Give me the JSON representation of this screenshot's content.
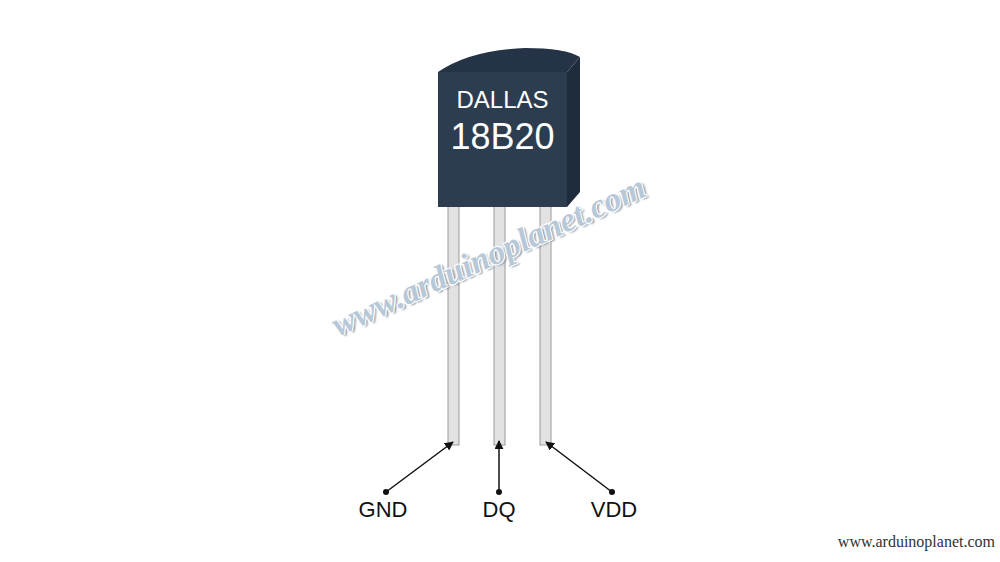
{
  "diagram": {
    "nodes": [
      {
        "text": [
          "DALLAS",
          "18B20"
        ]
      }
    ],
    "labels": [
      "GND",
      "DQ",
      "VDD",
      "www.arduinoplanet.com",
      "www.arduinoplanet.com"
    ]
  }
}
